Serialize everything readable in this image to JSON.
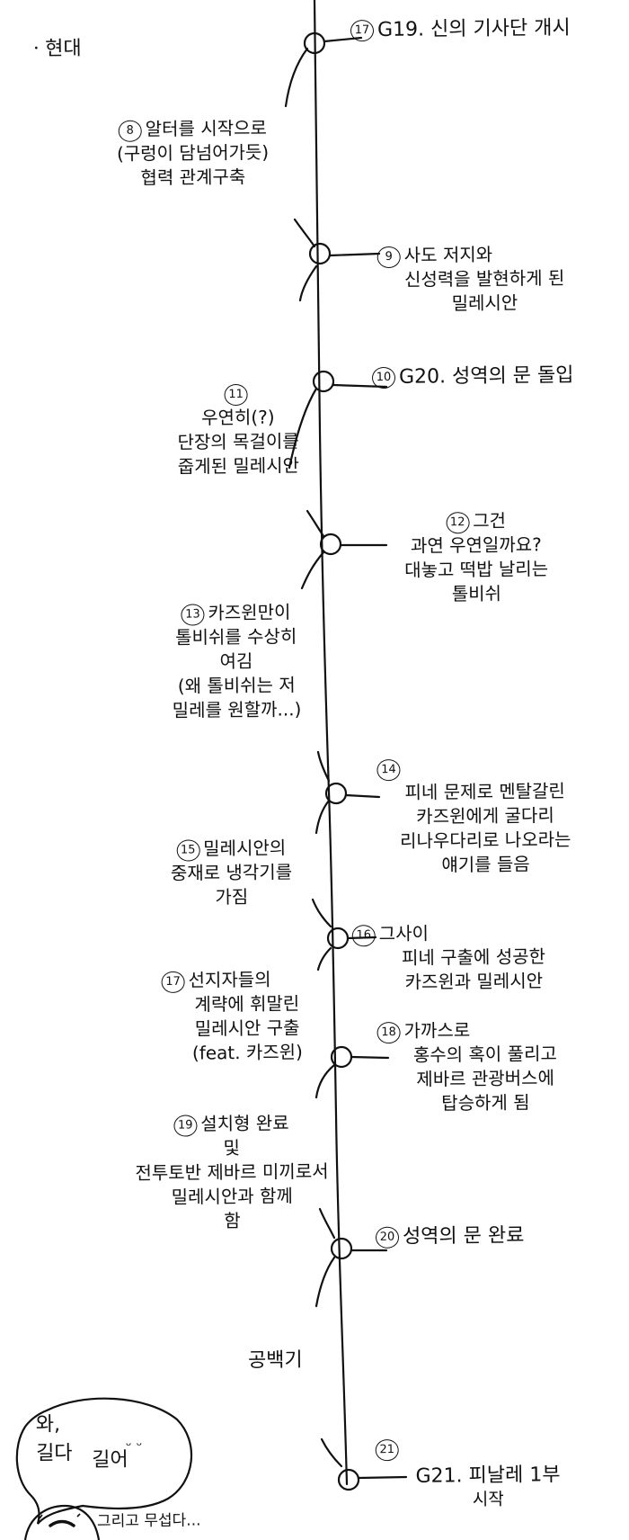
{
  "era_label": "ㆍ현대",
  "events": [
    {
      "num": "17",
      "lines": [
        "G19. 신의 기사단 개시"
      ]
    },
    {
      "num": "8",
      "lines": [
        "알터를 시작으로",
        "(구렁이 담넘어가듯)",
        "협력 관계구축"
      ]
    },
    {
      "num": "9",
      "lines": [
        "사도 저지와",
        "신성력을 발현하게 된",
        "밀레시안"
      ]
    },
    {
      "num": "10",
      "lines": [
        "G20. 성역의 문 돌입"
      ]
    },
    {
      "num": "11",
      "lines": [
        "우연히(?)",
        "단장의 목걸이를",
        "줍게된 밀레시안"
      ]
    },
    {
      "num": "12",
      "lines": [
        "그건",
        "과연 우연일까요?",
        "대놓고 떡밥 날리는",
        "톨비쉬"
      ]
    },
    {
      "num": "13",
      "lines": [
        "카즈윈만이",
        "톨비쉬를 수상히",
        "여김",
        "(왜 톨비쉬는 저",
        "밀레를 원할까...)"
      ]
    },
    {
      "num": "14",
      "lines": [
        "피네 문제로 멘탈갈린",
        "카즈윈에게 굴다리",
        "리나우다리로 나오라는",
        "얘기를 들음"
      ]
    },
    {
      "num": "15",
      "lines": [
        "밀레시안의",
        "중재로 냉각기를",
        "가짐"
      ]
    },
    {
      "num": "16",
      "lines": [
        "그사이",
        "피네 구출에 성공한",
        "카즈윈과 밀레시안"
      ]
    },
    {
      "num": "17",
      "lines": [
        "선지자들의",
        "계략에 휘말린",
        "밀레시안 구출",
        "(feat. 카즈윈)"
      ]
    },
    {
      "num": "18",
      "lines": [
        "가까스로",
        "홍수의 혹이 풀리고",
        "제바르 관광버스에",
        "탑승하게 됨"
      ]
    },
    {
      "num": "19",
      "lines": [
        "설치형 완료",
        "및",
        "전투토반 제바르 미끼로서",
        "밀레시안과 함께",
        "함"
      ]
    },
    {
      "num": "20",
      "lines": [
        "성역의 문 완료"
      ]
    },
    {
      "num": "21",
      "lines": [
        "G21. 피날레 1부",
        "시작"
      ]
    }
  ],
  "gap_label": "공백기",
  "bubble": {
    "lines": [
      "와,",
      "길다",
      "길어"
    ]
  },
  "bubble_face_marks": "ᵕ ᵕ",
  "footer_note": "그리고 무섭다..."
}
